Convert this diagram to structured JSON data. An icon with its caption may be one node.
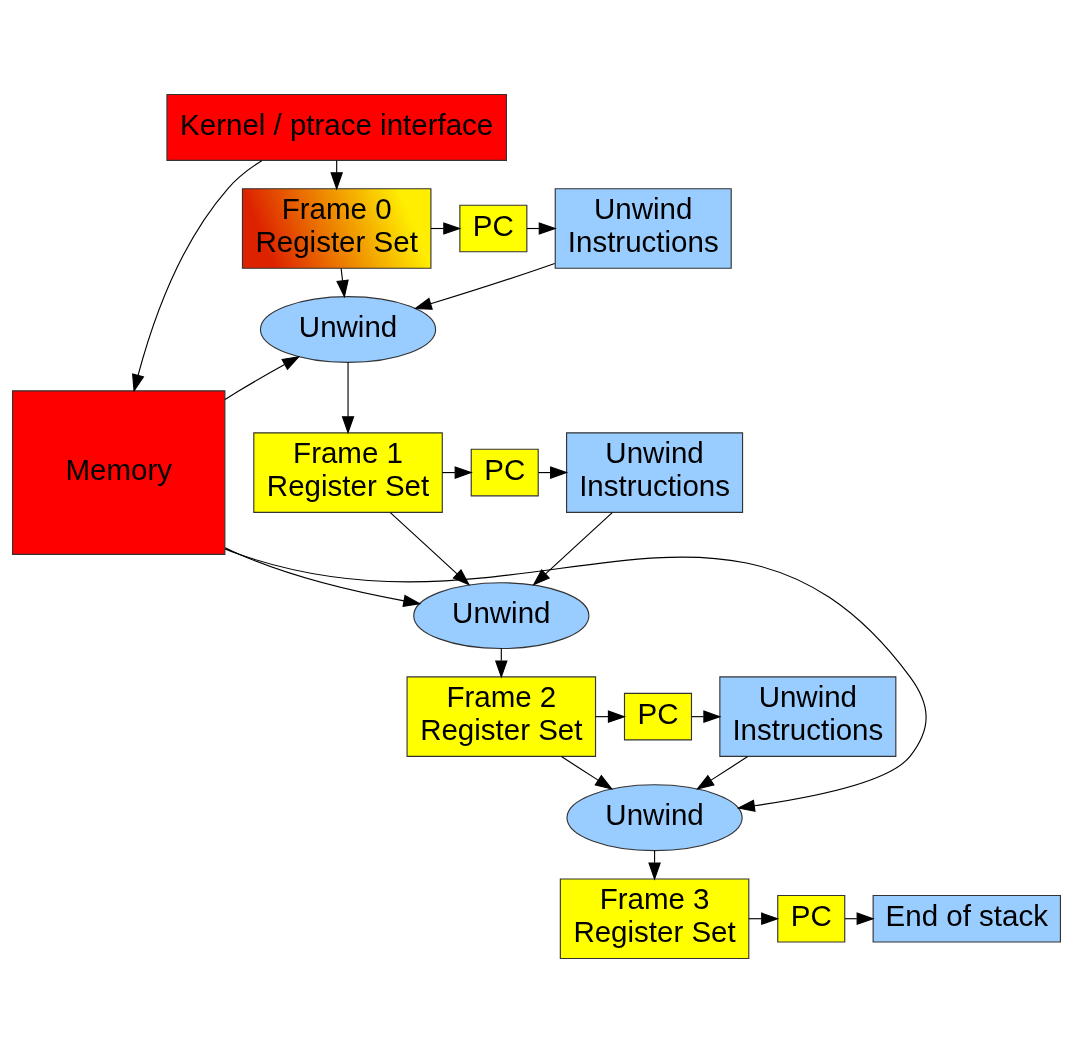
{
  "diagram": {
    "nodes": [
      {
        "text": [
          "Kernel / ptrace interface"
        ]
      },
      {
        "text": [
          "Memory"
        ]
      },
      {
        "text": [
          "Frame 0 Register Set"
        ]
      },
      {
        "text": [
          "PC"
        ]
      },
      {
        "text": [
          "Unwind Instructions"
        ]
      },
      {
        "text": [
          "Unwind"
        ]
      },
      {
        "text": [
          "Frame 1 Register Set"
        ]
      },
      {
        "text": [
          "PC"
        ]
      },
      {
        "text": [
          "Unwind Instructions"
        ]
      },
      {
        "text": [
          "Unwind"
        ]
      },
      {
        "text": [
          "Frame 2 Register Set"
        ]
      },
      {
        "text": [
          "PC"
        ]
      },
      {
        "text": [
          "Unwind Instructions"
        ]
      },
      {
        "text": [
          "Unwind"
        ]
      },
      {
        "text": [
          "Frame 3 Register Set"
        ]
      },
      {
        "text": [
          "PC"
        ]
      },
      {
        "text": [
          "End of stack"
        ]
      }
    ],
    "edges": [
      {
        "from": 0,
        "to": 1,
        "arrow": "to"
      },
      {
        "from": 0,
        "to": 2,
        "arrow": "to"
      },
      {
        "from": 2,
        "to": 3,
        "arrow": "to"
      },
      {
        "from": 3,
        "to": 4,
        "arrow": "to"
      },
      {
        "from": 2,
        "to": 5,
        "arrow": "to"
      },
      {
        "from": 1,
        "to": 5,
        "arrow": "to"
      },
      {
        "from": 4,
        "to": 5,
        "arrow": "to"
      },
      {
        "from": 5,
        "to": 6,
        "arrow": "to"
      },
      {
        "from": 6,
        "to": 7,
        "arrow": "to"
      },
      {
        "from": 7,
        "to": 8,
        "arrow": "to"
      },
      {
        "from": 6,
        "to": 9,
        "arrow": "to"
      },
      {
        "from": 1,
        "to": 9,
        "arrow": "to"
      },
      {
        "from": 8,
        "to": 9,
        "arrow": "to"
      },
      {
        "from": 9,
        "to": 10,
        "arrow": "to"
      },
      {
        "from": 10,
        "to": 11,
        "arrow": "to"
      },
      {
        "from": 11,
        "to": 12,
        "arrow": "to"
      },
      {
        "from": 10,
        "to": 13,
        "arrow": "to"
      },
      {
        "from": 1,
        "to": 13,
        "arrow": "to"
      },
      {
        "from": 12,
        "to": 13,
        "arrow": "to"
      },
      {
        "from": 13,
        "to": 14,
        "arrow": "to"
      },
      {
        "from": 14,
        "to": 15,
        "arrow": "to"
      },
      {
        "from": 15,
        "to": 16,
        "arrow": "to"
      }
    ]
  }
}
